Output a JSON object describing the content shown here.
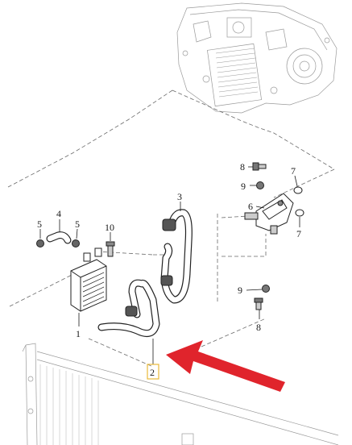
{
  "diagram": {
    "callouts": [
      {
        "id": "c1",
        "text": "1"
      },
      {
        "id": "c2",
        "text": "2",
        "highlight": true
      },
      {
        "id": "c3",
        "text": "3"
      },
      {
        "id": "c4",
        "text": "4"
      },
      {
        "id": "c5a",
        "text": "5"
      },
      {
        "id": "c5b",
        "text": "5"
      },
      {
        "id": "c6",
        "text": "6"
      },
      {
        "id": "c7a",
        "text": "7"
      },
      {
        "id": "c7b",
        "text": "7"
      },
      {
        "id": "c8a",
        "text": "8"
      },
      {
        "id": "c8b",
        "text": "8"
      },
      {
        "id": "c9a",
        "text": "9"
      },
      {
        "id": "c9b",
        "text": "9"
      },
      {
        "id": "c10",
        "text": "10"
      }
    ],
    "colors": {
      "highlight_box": "#e8b93a",
      "arrow": "#e0242c",
      "line": "#1a1a1a",
      "dashed": "#6a6a6a"
    }
  }
}
